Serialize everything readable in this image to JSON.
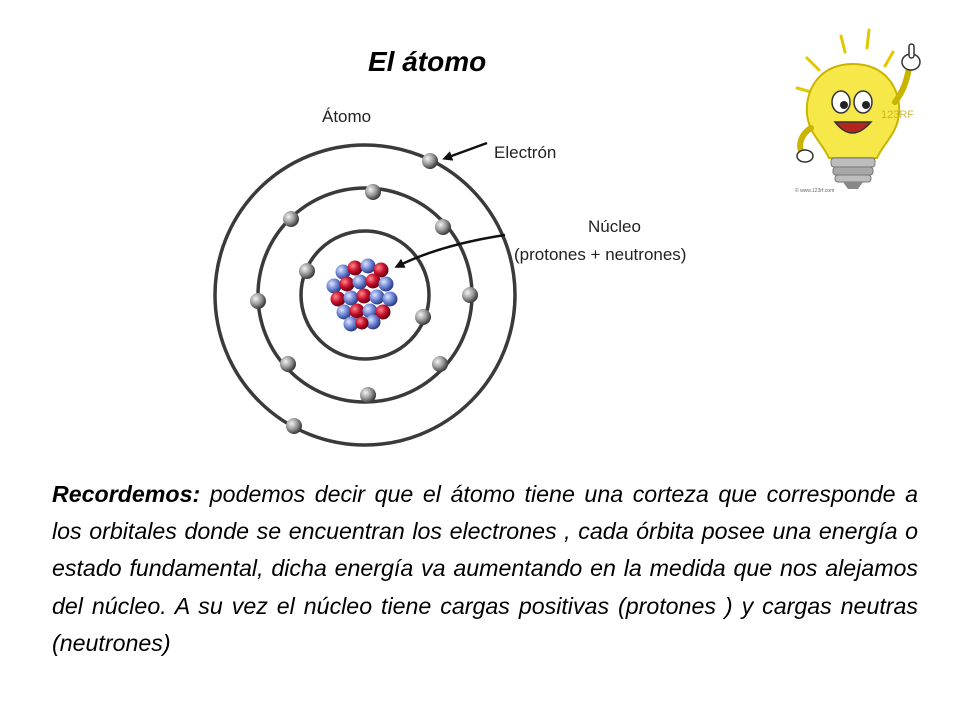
{
  "title": "El átomo",
  "diagram": {
    "atom_label": "Átomo",
    "electron_label": "Electrón",
    "nucleus_label": "Núcleo",
    "nucleus_sub_label": "(protones + neutrones)"
  },
  "watermark": {
    "brand": "123RF",
    "footer": "© www.123rf.com"
  },
  "paragraph": {
    "lead": "Recordemos:",
    "body": " podemos decir que  el átomo tiene una corteza que corresponde a los orbitales donde se encuentran los electrones , cada órbita posee una energía o estado fundamental, dicha energía va aumentando en la medida que nos alejamos del núcleo. A su vez el núcleo tiene cargas positivas (protones ) y cargas neutras (neutrones)"
  },
  "colors": {
    "proton": "#c8102e",
    "neutron": "#6f86d6",
    "electron": "#8a8a8a",
    "orbit": "#3a3a3a",
    "bulb": "#f7e84a"
  }
}
